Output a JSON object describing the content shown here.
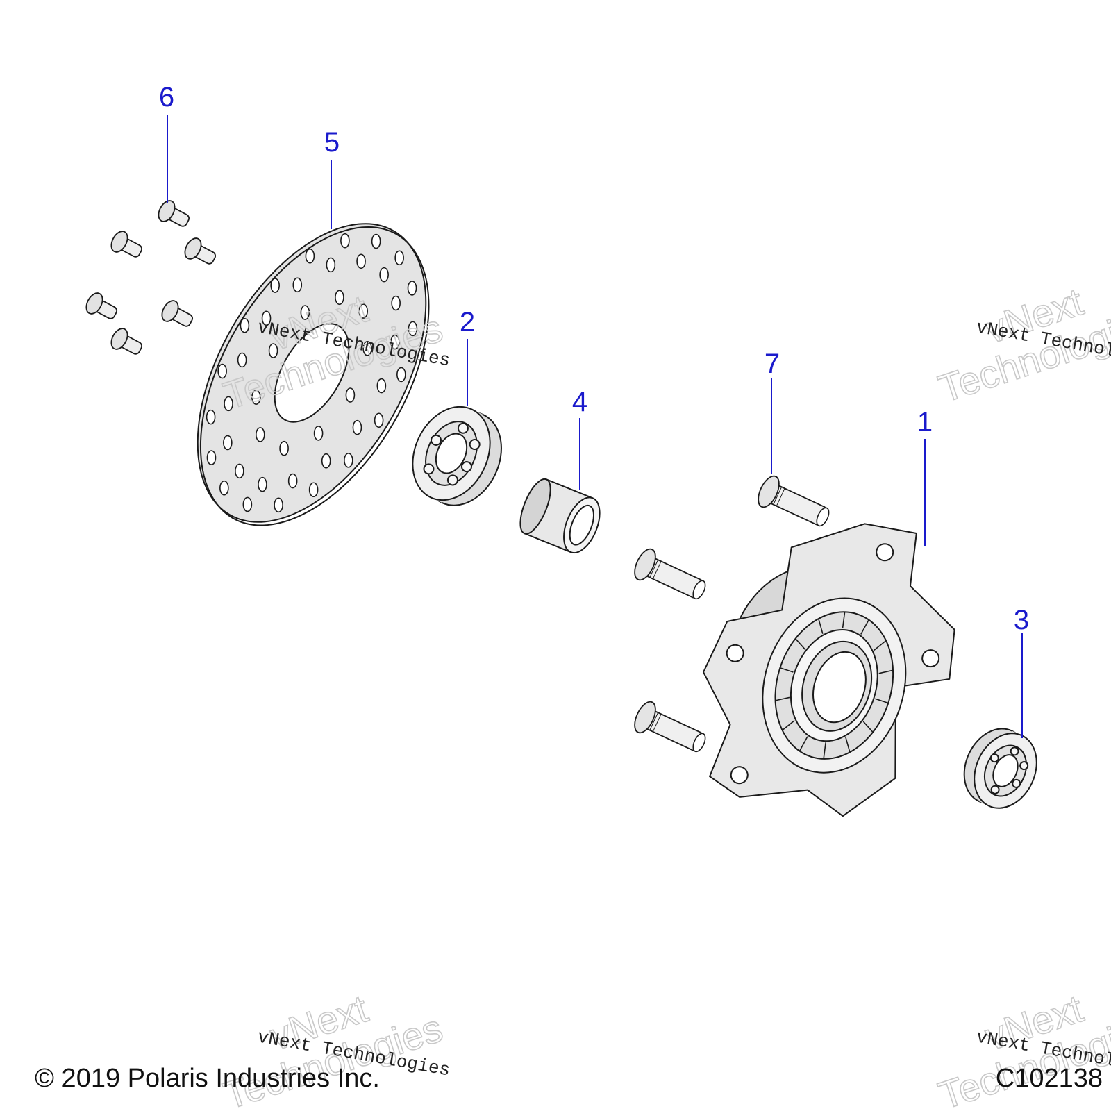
{
  "callouts": [
    {
      "id": "1",
      "label": "1"
    },
    {
      "id": "2",
      "label": "2"
    },
    {
      "id": "3",
      "label": "3"
    },
    {
      "id": "4",
      "label": "4"
    },
    {
      "id": "5",
      "label": "5"
    },
    {
      "id": "6",
      "label": "6"
    },
    {
      "id": "7",
      "label": "7"
    }
  ],
  "watermark": {
    "line1": "vNext",
    "line2": "Technologies",
    "caption": "vNext Technologies"
  },
  "footer": {
    "copyright": "© 2019 Polaris Industries Inc.",
    "figure_code": "C102138"
  },
  "colors": {
    "callout": "#1a1acc",
    "part_fill": "#e6e6e6",
    "outline": "#1a1a1a"
  }
}
